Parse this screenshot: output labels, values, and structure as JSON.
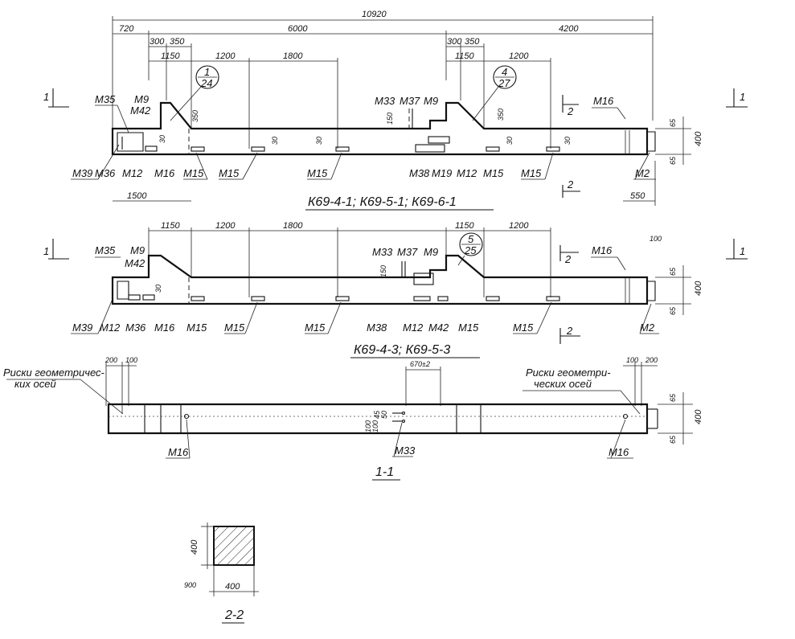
{
  "views": {
    "view1": {
      "title": "К69-4-1; К69-5-1; К69-6-1",
      "overall": "10920",
      "top_chain": [
        "720",
        "6000",
        "4200"
      ],
      "left_dims": [
        "300",
        "350"
      ],
      "left_dims2": "1150",
      "mid_dims": [
        "1200",
        "1800"
      ],
      "right_dims": [
        "300",
        "350"
      ],
      "right_dims2": "1150",
      "right_dims3": "1200",
      "v350_left": "350",
      "v350_right": "350",
      "v150": "150",
      "v30": [
        "30",
        "30",
        "30",
        "30",
        "30"
      ],
      "h65_top": "65",
      "h400": "400",
      "h65_bot": "65",
      "dim_1500": "1500",
      "dim_550": "550",
      "callout1": {
        "num": "1",
        "den": "24"
      },
      "callout2": {
        "num": "4",
        "den": "27"
      },
      "top_labels": [
        "М35",
        "М9",
        "М42",
        "М33",
        "М37",
        "М9",
        "М16"
      ],
      "bottom_labels": [
        "М39",
        "М36",
        "М12",
        "М16",
        "М15",
        "М15",
        "М15",
        "М38",
        "М19",
        "М12",
        "М15",
        "М15",
        "М2"
      ]
    },
    "view2": {
      "title": "К69-4-3; К69-5-3",
      "dims": [
        "1150",
        "1200",
        "1800",
        "1150",
        "1200"
      ],
      "dim_100": "100",
      "v150": "150",
      "v30": "30",
      "h65_top": "65",
      "h400": "400",
      "h65_bot": "65",
      "callout": {
        "num": "5",
        "den": "25"
      },
      "top_labels": [
        "М35",
        "М9",
        "М42",
        "М33",
        "М37",
        "М9",
        "М16"
      ],
      "bottom_labels": [
        "М39",
        "М12",
        "М36",
        "М16",
        "М15",
        "М15",
        "М15",
        "М38",
        "М12",
        "М42",
        "М15",
        "М15",
        "М2"
      ]
    },
    "view3": {
      "title": "1-1",
      "dims_left": [
        "200",
        "100"
      ],
      "dims_right": [
        "100",
        "200"
      ],
      "dim_center": "670±2",
      "small_dims": [
        "45",
        "50",
        "100",
        "100"
      ],
      "note_left_1": "Риски геометричес-",
      "note_left_2": "ких осей",
      "note_right_1": "Риски геометри-",
      "note_right_2": "ческих осей",
      "h65_top": "65",
      "h400": "400",
      "h65_bot": "65",
      "labels": [
        "М16",
        "М33",
        "М16"
      ]
    },
    "section": {
      "title": "2-2",
      "width": "400",
      "height": "400",
      "mark": "900"
    },
    "section_marks": {
      "one": "1",
      "two": "2"
    }
  }
}
